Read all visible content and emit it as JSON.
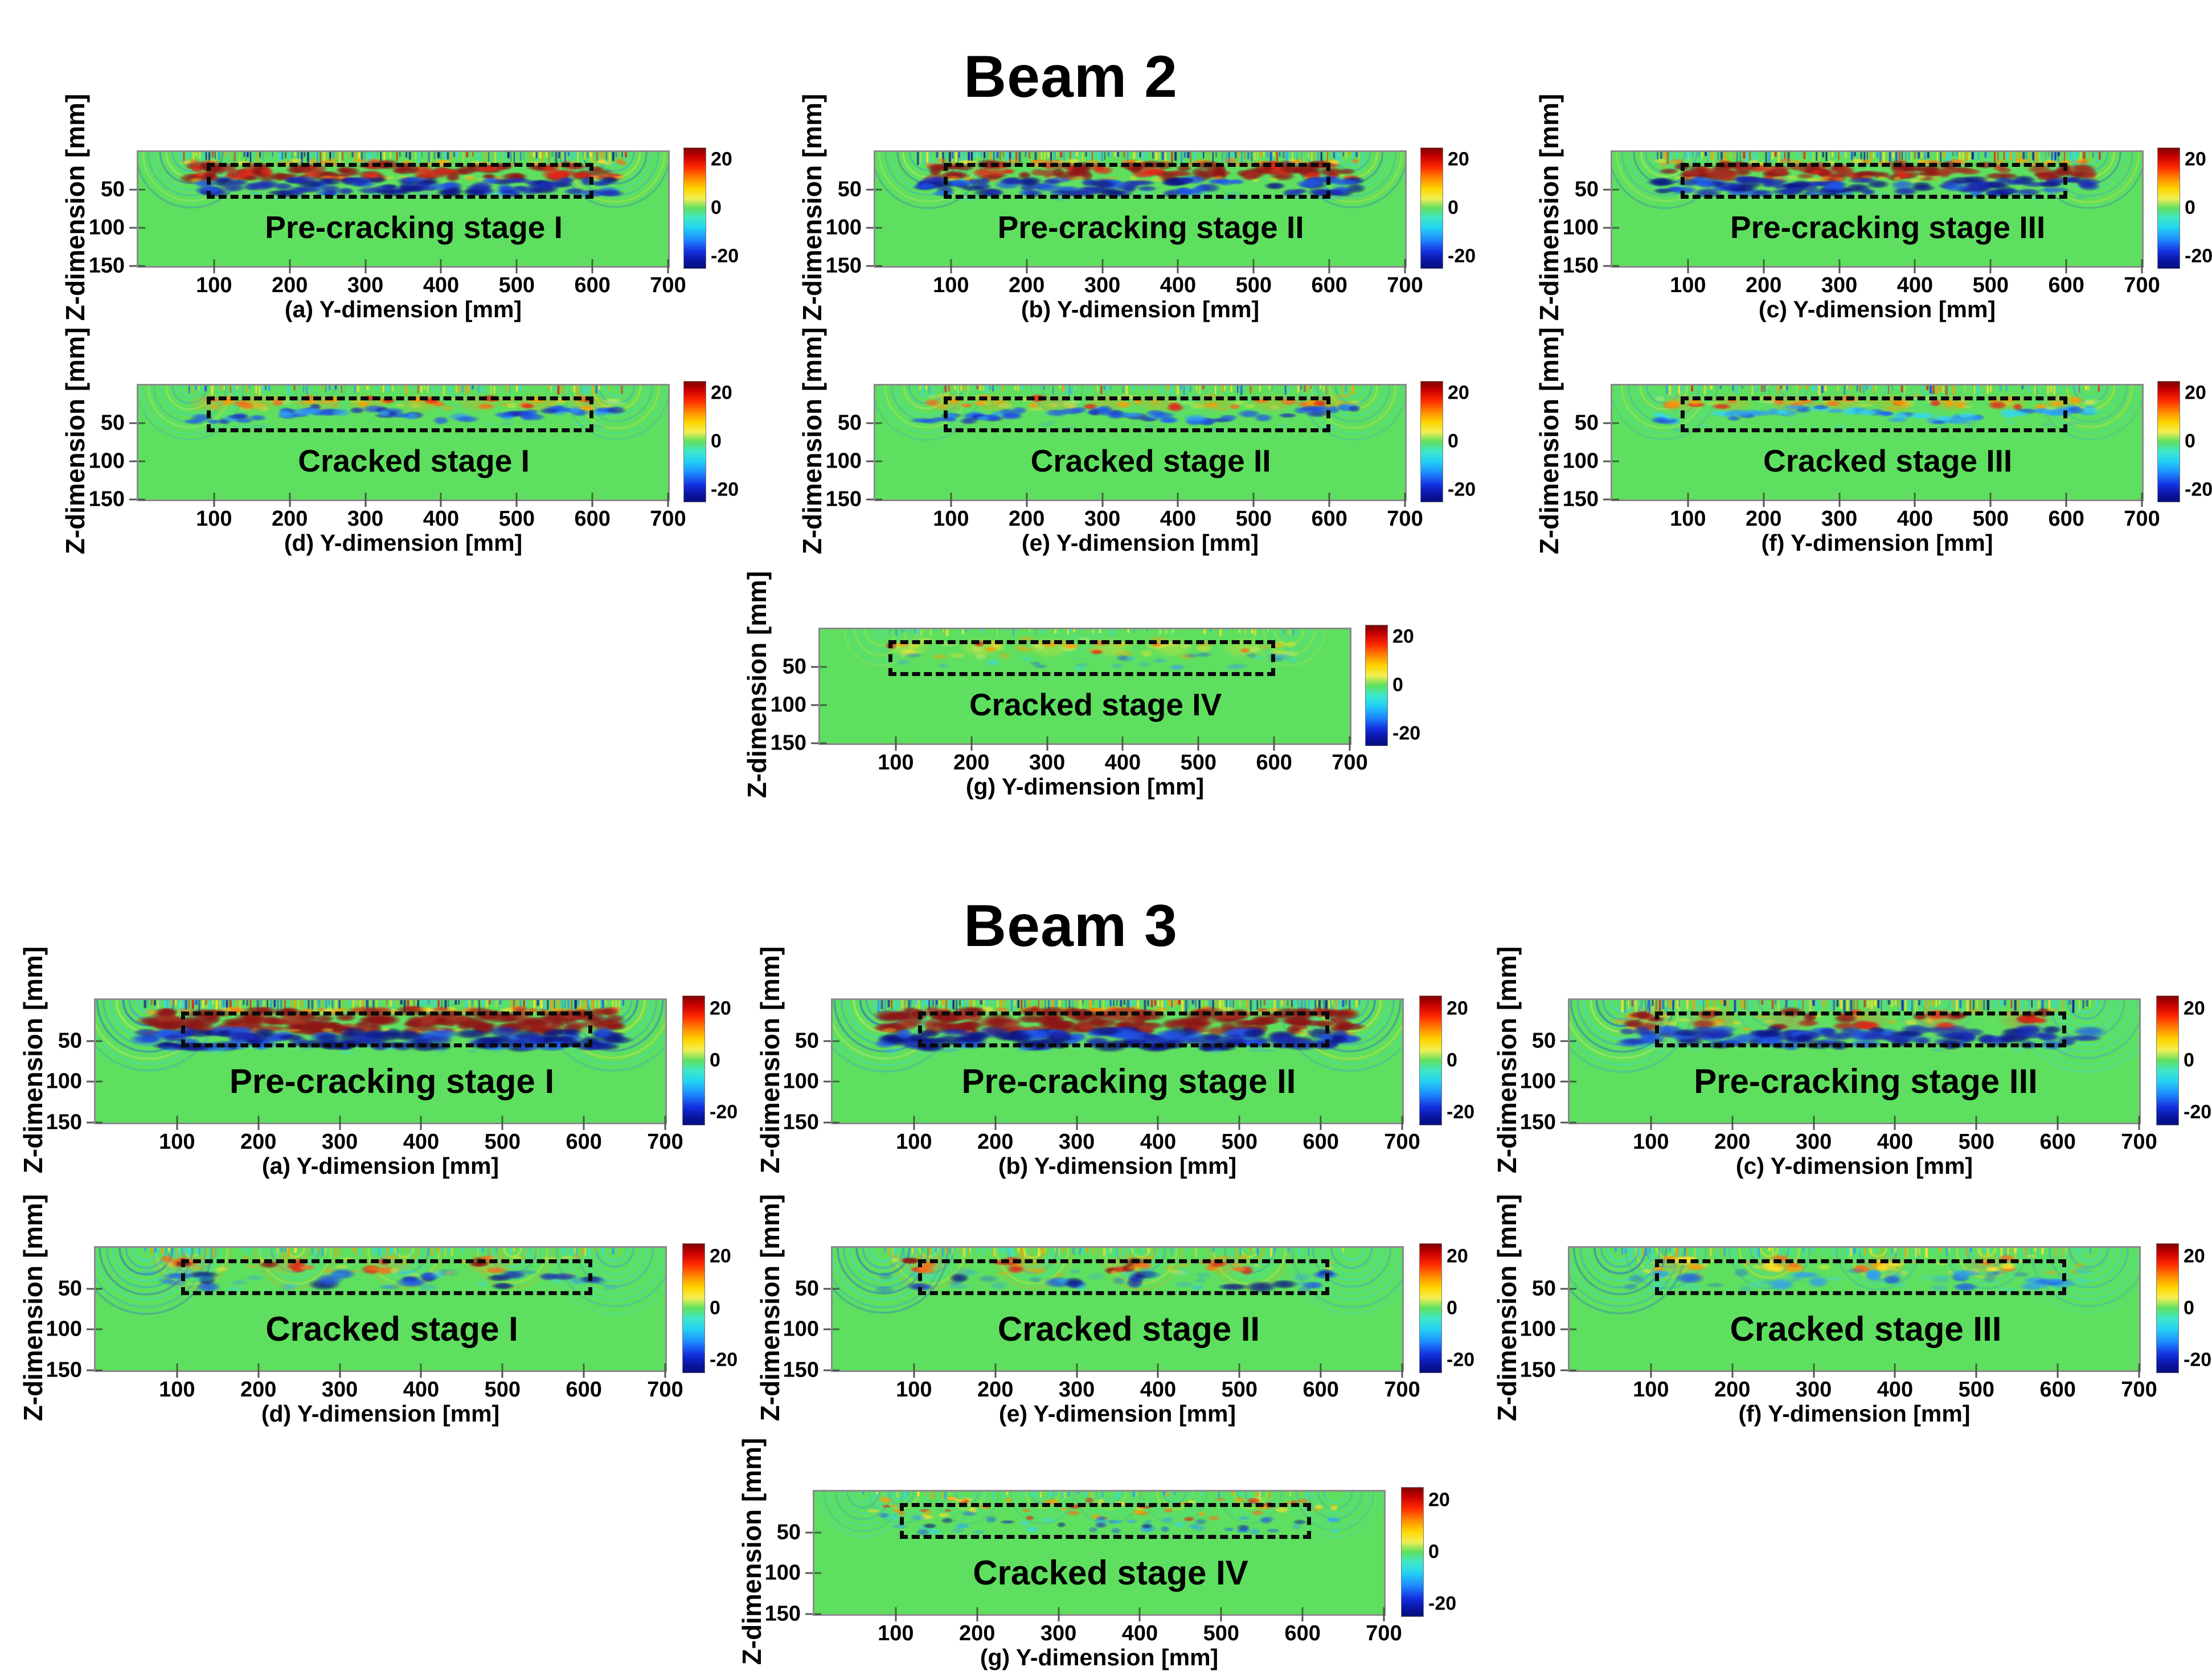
{
  "colors": {
    "plot_background": "#5fdf5f",
    "colorbar_colormap": "jet",
    "roi_border": "#000000",
    "heat_extremes": {
      "positive": "#7f0000",
      "negative": "#070f7e"
    }
  },
  "chart_data": [
    {
      "type": "heatmap",
      "figure_title": "Beam 2",
      "ylabel": "Z-dimension [mm]",
      "xlabel_suffix": "Y-dimension [mm]",
      "x_range_mm": [
        0,
        700
      ],
      "z_range_mm": [
        0,
        150
      ],
      "x_ticks": [
        100,
        200,
        300,
        400,
        500,
        600,
        700
      ],
      "z_ticks": [
        50,
        100,
        150
      ],
      "colorbar": {
        "ticks": [
          20,
          0,
          -20
        ],
        "range": [
          -25,
          25
        ]
      },
      "damage_roi_mm": {
        "y": [
          90,
          600
        ],
        "z": [
          15,
          62
        ]
      },
      "panels": [
        {
          "letter": "(a)",
          "row": 1,
          "stage": "Pre-cracking stage I",
          "profile": "precrack2",
          "seed": 11
        },
        {
          "letter": "(b)",
          "row": 1,
          "stage": "Pre-cracking stage II",
          "profile": "precrack2",
          "seed": 23
        },
        {
          "letter": "(c)",
          "row": 1,
          "stage": "Pre-cracking stage III",
          "profile": "precrack2",
          "seed": 37
        },
        {
          "letter": "(d)",
          "row": 2,
          "stage": "Cracked stage I",
          "profile": "cracked2",
          "seed": 41
        },
        {
          "letter": "(e)",
          "row": 2,
          "stage": "Cracked stage II",
          "profile": "cracked2",
          "seed": 53
        },
        {
          "letter": "(f)",
          "row": 2,
          "stage": "Cracked stage III",
          "profile": "cracked2w",
          "seed": 67
        },
        {
          "letter": "(g)",
          "row": 3,
          "stage": "Cracked stage IV",
          "profile": "cracked4b2",
          "seed": 79
        }
      ]
    },
    {
      "type": "heatmap",
      "figure_title": "Beam 3",
      "ylabel": "Z-dimension [mm]",
      "xlabel_suffix": "Y-dimension [mm]",
      "x_range_mm": [
        0,
        700
      ],
      "z_range_mm": [
        0,
        150
      ],
      "x_ticks": [
        100,
        200,
        300,
        400,
        500,
        600,
        700
      ],
      "z_ticks": [
        50,
        100,
        150
      ],
      "colorbar": {
        "ticks": [
          20,
          0,
          -20
        ],
        "range": [
          -25,
          25
        ]
      },
      "damage_roi_mm": {
        "y": [
          105,
          612
        ],
        "z": [
          15,
          58
        ]
      },
      "panels": [
        {
          "letter": "(a)",
          "row": 1,
          "stage": "Pre-cracking stage I",
          "profile": "precrack3",
          "seed": 101
        },
        {
          "letter": "(b)",
          "row": 1,
          "stage": "Pre-cracking stage II",
          "profile": "precrack3",
          "seed": 113
        },
        {
          "letter": "(c)",
          "row": 1,
          "stage": "Pre-cracking stage III",
          "profile": "precrack3c",
          "seed": 127
        },
        {
          "letter": "(d)",
          "row": 2,
          "stage": "Cracked stage I",
          "profile": "cracked3",
          "seed": 131
        },
        {
          "letter": "(e)",
          "row": 2,
          "stage": "Cracked stage II",
          "profile": "cracked3",
          "seed": 149
        },
        {
          "letter": "(f)",
          "row": 2,
          "stage": "Cracked stage III",
          "profile": "cracked3w",
          "seed": 163
        },
        {
          "letter": "(g)",
          "row": 3,
          "stage": "Cracked stage IV",
          "profile": "cracked4b3",
          "seed": 179
        }
      ]
    }
  ]
}
